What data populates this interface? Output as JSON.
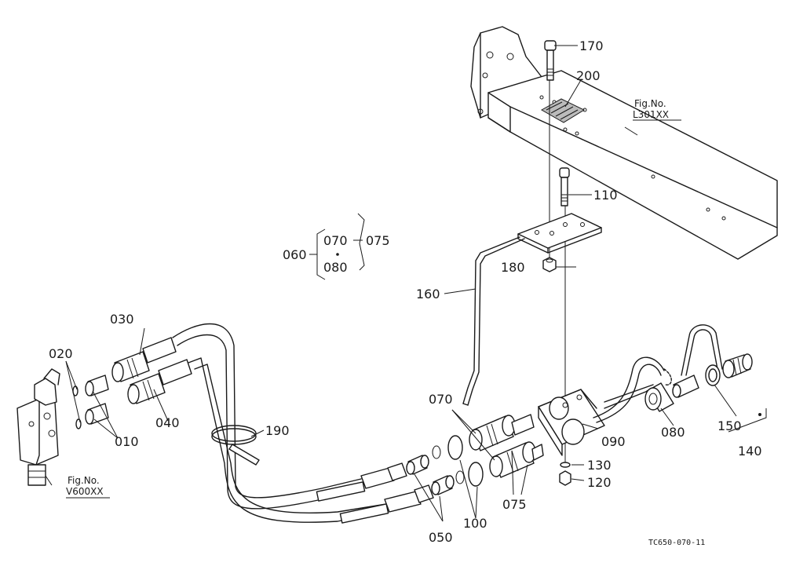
{
  "labels": {
    "p170": "170",
    "p200": "200",
    "p110": "110",
    "p060": "060",
    "p070a": "070",
    "p080a": "080",
    "p075a": "075",
    "p180": "180",
    "p160": "160",
    "p030": "030",
    "p020": "020",
    "p040": "040",
    "p010": "010",
    "p190": "190",
    "p070b": "070",
    "p090": "090",
    "p080b": "080",
    "p150": "150",
    "p140": "140",
    "p130": "130",
    "p120": "120",
    "p075b": "075",
    "p100": "100",
    "p050": "050"
  },
  "figrefs": {
    "frame_title": "Fig.No.",
    "frame_code": "L301XX",
    "valve_title": "Fig.No.",
    "valve_code": "V600XX"
  },
  "drawing_code": "TC650-070-11"
}
